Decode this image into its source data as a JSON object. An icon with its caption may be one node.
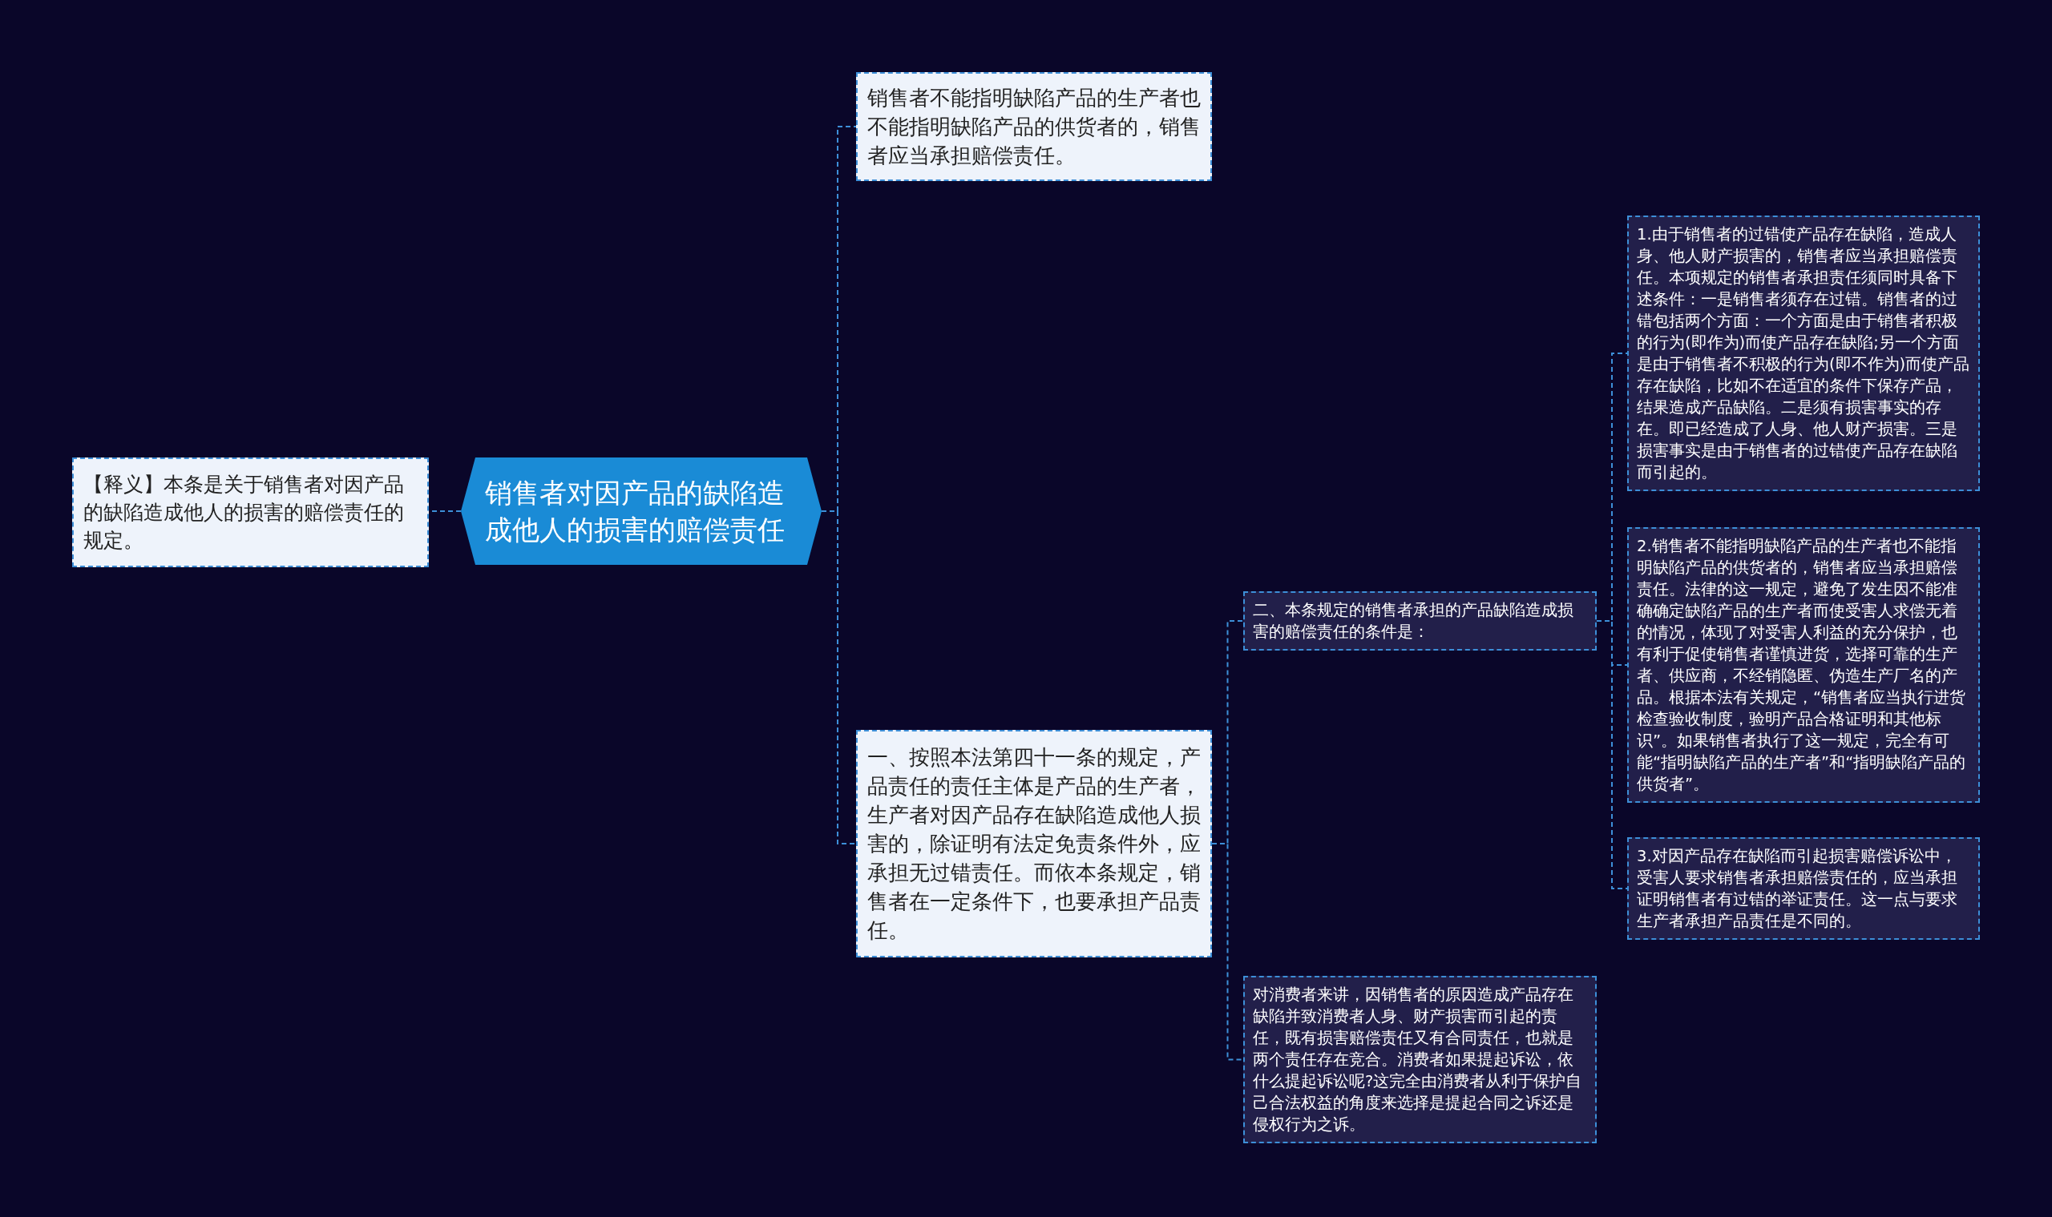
{
  "diagram": {
    "nodes": [
      {
        "text": [
          "销售者对因产品的缺陷造成他人的损害的赔偿责任"
        ]
      },
      {
        "text": [
          "【释义】本条是关于销售者对因产品的缺陷造成他人的损害的赔偿责任的规定。"
        ]
      },
      {
        "text": [
          "销售者不能指明缺陷产品的生产者也不能指明缺陷产品的供货者的，销售者应当承担赔偿责任。"
        ]
      },
      {
        "text": [
          "一、按照本法第四十一条的规定，产品责任的责任主体是产品的生产者，生产者对因产品存在缺陷造成他人损害的，除证明有法定免责条件外，应承担无过错责任。而依本条规定，销售者在一定条件下，也要承担产品责任。"
        ]
      },
      {
        "text": [
          "二、本条规定的销售者承担的产品缺陷造成损害的赔偿责任的条件是："
        ]
      },
      {
        "text": [
          "1.由于销售者的过错使产品存在缺陷，造成人身、他人财产损害的，销售者应当承担赔偿责任。本项规定的销售者承担责任须同时具备下述条件：一是销售者须存在过错。销售者的过错包括两个方面：一个方面是由于销售者积极的行为(即作为)而使产品存在缺陷;另一个方面是由于销售者不积极的行为(即不作为)而使产品存在缺陷，比如不在适宜的条件下保存产品，结果造成产品缺陷。二是须有损害事实的存在。即已经造成了人身、他人财产损害。三是损害事实是由于销售者的过错使产品存在缺陷而引起的。"
        ]
      },
      {
        "text": [
          "2.销售者不能指明缺陷产品的生产者也不能指明缺陷产品的供货者的，销售者应当承担赔偿责任。法律的这一规定，避免了发生因不能准确确定缺陷产品的生产者而使受害人求偿无着的情况，体现了对受害人利益的充分保护，也有利于促使销售者谨慎进货，选择可靠的生产者、供应商，不经销隐匿、伪造生产厂名的产品。根据本法有关规定，“销售者应当执行进货检查验收制度，验明产品合格证明和其他标识”。如果销售者执行了这一规定，完全有可能“指明缺陷产品的生产者”和“指明缺陷产品的供货者”。"
        ]
      },
      {
        "text": [
          "3.对因产品存在缺陷而引起损害赔偿诉讼中，受害人要求销售者承担赔偿责任的，应当承担证明销售者有过错的举证责任。这一点与要求生产者承担产品责任是不同的。"
        ]
      },
      {
        "text": [
          "对消费者来讲，因销售者的原因造成产品存在缺陷并致消费者人身、财产损害而引起的责任，既有损害赔偿责任又有合同责任，也就是两个责任存在竞合。消费者如果提起诉讼，依什么提起诉讼呢?这完全由消费者从利于保护自己合法权益的角度来选择是提起合同之诉还是侵权行为之诉。"
        ]
      }
    ],
    "edges": [
      {
        "from": 0,
        "to": 1,
        "arrow": "none"
      },
      {
        "from": 0,
        "to": 2,
        "arrow": "none"
      },
      {
        "from": 0,
        "to": 3,
        "arrow": "none"
      },
      {
        "from": 3,
        "to": 4,
        "arrow": "none"
      },
      {
        "from": 3,
        "to": 8,
        "arrow": "none"
      },
      {
        "from": 4,
        "to": 5,
        "arrow": "none"
      },
      {
        "from": 4,
        "to": 6,
        "arrow": "none"
      },
      {
        "from": 4,
        "to": 7,
        "arrow": "none"
      }
    ]
  }
}
